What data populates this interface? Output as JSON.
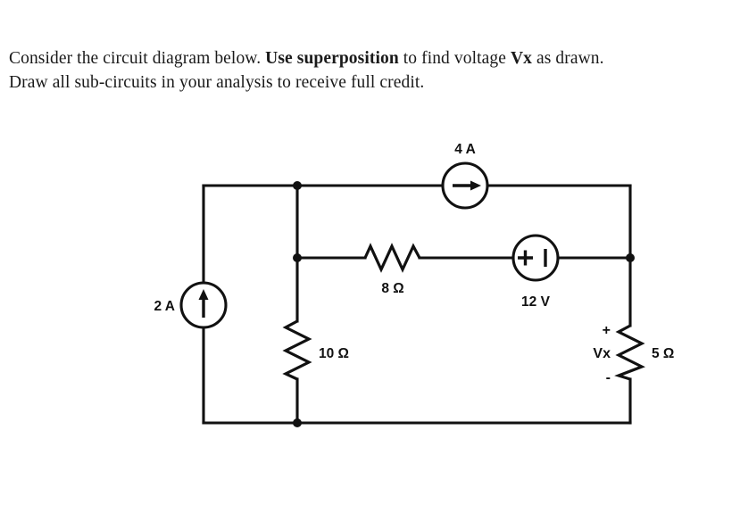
{
  "document": {
    "type": "circuit-analysis-problem",
    "prompt": {
      "line1_part1": "Consider the circuit diagram below. ",
      "line1_bold": "Use superposition",
      "line1_part2": " to find voltage ",
      "line1_bold2": "Vx",
      "line1_part3": " as drawn.",
      "line2": "Draw all sub-circuits in your analysis to receive full credit."
    }
  },
  "circuit": {
    "background_color": "#ffffff",
    "wire_color": "#111111",
    "components": {
      "current_source_left": {
        "label": "2 A",
        "type": "independent-current-source",
        "arrow_direction": "up",
        "label_position": "left"
      },
      "current_source_top": {
        "label": "4 A",
        "type": "independent-current-source",
        "arrow_direction": "right",
        "label_position": "above"
      },
      "voltage_source": {
        "label": "12 V",
        "type": "independent-voltage-source",
        "plus_side": "left",
        "minus_side": "right",
        "plus_glyph": "+",
        "minus_glyph": "|",
        "label_position": "below"
      },
      "resistor_series": {
        "label": "8 Ω",
        "type": "resistor",
        "orientation": "horizontal",
        "label_position": "below"
      },
      "resistor_shunt": {
        "label": "10 Ω",
        "type": "resistor",
        "orientation": "vertical",
        "label_position": "right"
      },
      "resistor_output": {
        "label": "5 Ω",
        "type": "resistor",
        "orientation": "vertical",
        "label_position": "right"
      }
    },
    "measurement": {
      "name": "Vx",
      "plus_marker": "+",
      "minus_marker": "-",
      "across": "5 Ω"
    },
    "nodes": {
      "count": 4,
      "description": "junction dots"
    }
  }
}
